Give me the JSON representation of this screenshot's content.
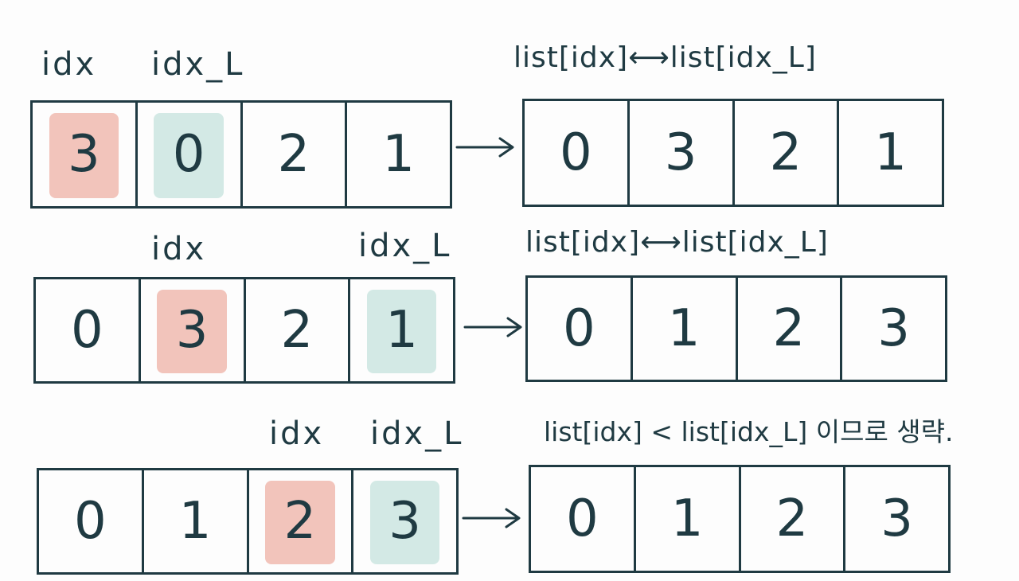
{
  "colors": {
    "idx": "#f2c4bb",
    "idx_L": "#d3e9e5",
    "ink": "#1f3a42"
  },
  "rows": [
    {
      "labels": [
        "idx",
        "idx_L"
      ],
      "caption": "list[idx]⟷list[idx_L]",
      "before": [
        "3",
        "0",
        "2",
        "1"
      ],
      "after": [
        "0",
        "3",
        "2",
        "1"
      ],
      "idx_pos": 0,
      "idxL_pos": 1
    },
    {
      "labels": [
        "idx",
        "idx_L"
      ],
      "caption": "list[idx]⟷list[idx_L]",
      "before": [
        "0",
        "3",
        "2",
        "1"
      ],
      "after": [
        "0",
        "1",
        "2",
        "3"
      ],
      "idx_pos": 1,
      "idxL_pos": 3
    },
    {
      "labels": [
        "idx",
        "idx_L"
      ],
      "caption": "list[idx] < list[idx_L] 이므로 생략.",
      "before": [
        "0",
        "1",
        "2",
        "3"
      ],
      "after": [
        "0",
        "1",
        "2",
        "3"
      ],
      "idx_pos": 2,
      "idxL_pos": 3
    }
  ]
}
